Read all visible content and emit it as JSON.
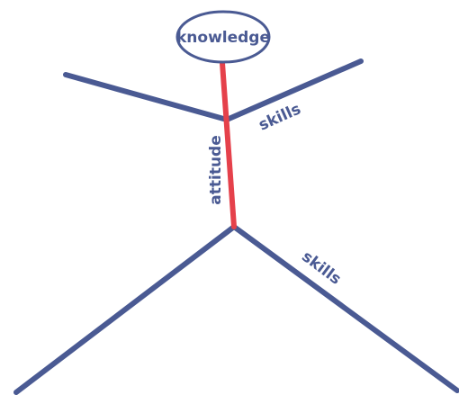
{
  "diagram": {
    "head_label": "knowledge",
    "torso_label": "attitude",
    "arm_label": "skills",
    "leg_label": "skills"
  },
  "colors": {
    "limb": "#4a5a93",
    "torso": "#e5414b",
    "text": "#4a5a93",
    "background": "#ffffff"
  }
}
